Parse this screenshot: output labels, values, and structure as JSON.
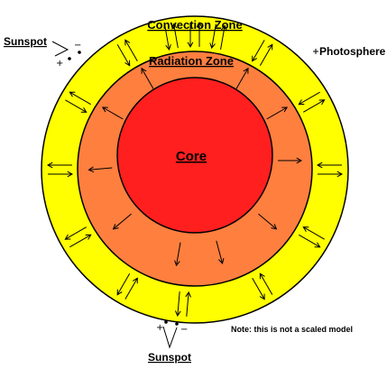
{
  "diagram": {
    "layers": [
      {
        "name": "Photosphere",
        "color": "#ffff00"
      },
      {
        "name": "Convection Zone",
        "color": "#ffff00"
      },
      {
        "name": "Radiation Zone",
        "color": "#ff7f3f"
      },
      {
        "name": "Core",
        "color": "#ff1f1f"
      }
    ],
    "labels": {
      "convection": "Convection Zone",
      "radiation": "Radiation Zone",
      "core": "Core",
      "photosphere": "Photosphere",
      "sunspot_top": "Sunspot",
      "sunspot_bottom": "Sunspot",
      "note": "Note: this is not a scaled model"
    },
    "signs": {
      "plus": "+",
      "minus": "−"
    }
  }
}
